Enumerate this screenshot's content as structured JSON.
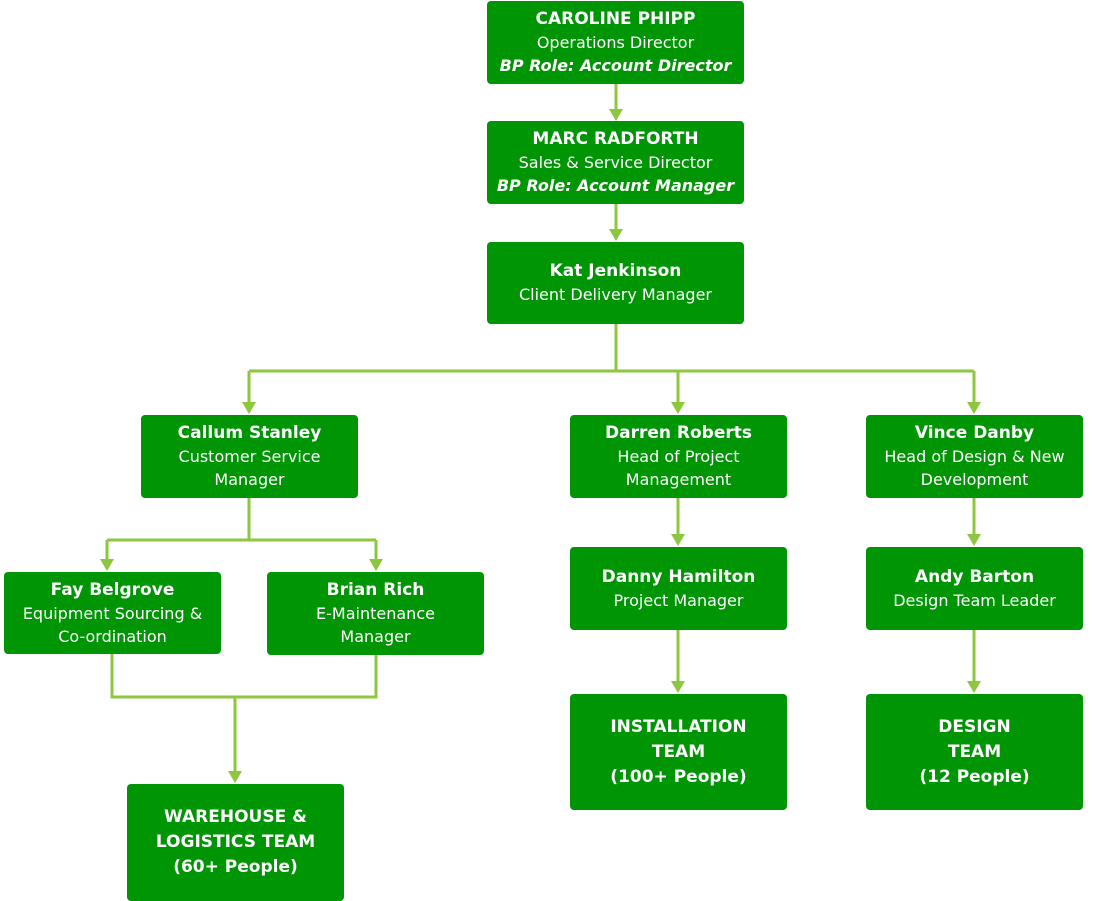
{
  "colors": {
    "box": "#009504",
    "connector": "#8dc63f",
    "text": "#ffffff"
  },
  "nodes": {
    "caroline": {
      "name": "CAROLINE PHIPP",
      "title": "Operations Director",
      "bp_role": "BP Role: Account Director"
    },
    "marc": {
      "name": "MARC RADFORTH",
      "title": "Sales & Service Director",
      "bp_role": "BP Role: Account Manager"
    },
    "kat": {
      "name": "Kat Jenkinson",
      "title": "Client Delivery Manager"
    },
    "callum": {
      "name": "Callum Stanley",
      "title": "Customer Service\nManager"
    },
    "darren": {
      "name": "Darren Roberts",
      "title": "Head of Project\nManagement"
    },
    "vince": {
      "name": "Vince Danby",
      "title": "Head of Design & New\nDevelopment"
    },
    "fay": {
      "name": "Fay Belgrove",
      "title": "Equipment Sourcing &\nCo-ordination"
    },
    "brian": {
      "name": "Brian Rich",
      "title": "E-Maintenance\nManager"
    },
    "danny": {
      "name": "Danny Hamilton",
      "title": "Project Manager"
    },
    "andy": {
      "name": "Andy Barton",
      "title": "Design Team Leader"
    },
    "warehouse_team": {
      "label": "WAREHOUSE &\nLOGISTICS TEAM\n(60+ People)"
    },
    "installation_team": {
      "label": "INSTALLATION\nTEAM\n(100+ People)"
    },
    "design_team": {
      "label": "DESIGN\nTEAM\n(12 People)"
    }
  },
  "hierarchy": [
    [
      "caroline",
      "marc"
    ],
    [
      "marc",
      "kat"
    ],
    [
      "kat",
      "callum"
    ],
    [
      "kat",
      "darren"
    ],
    [
      "kat",
      "vince"
    ],
    [
      "callum",
      "fay"
    ],
    [
      "callum",
      "brian"
    ],
    [
      "fay",
      "warehouse_team"
    ],
    [
      "brian",
      "warehouse_team"
    ],
    [
      "darren",
      "danny"
    ],
    [
      "danny",
      "installation_team"
    ],
    [
      "vince",
      "andy"
    ],
    [
      "andy",
      "design_team"
    ]
  ]
}
